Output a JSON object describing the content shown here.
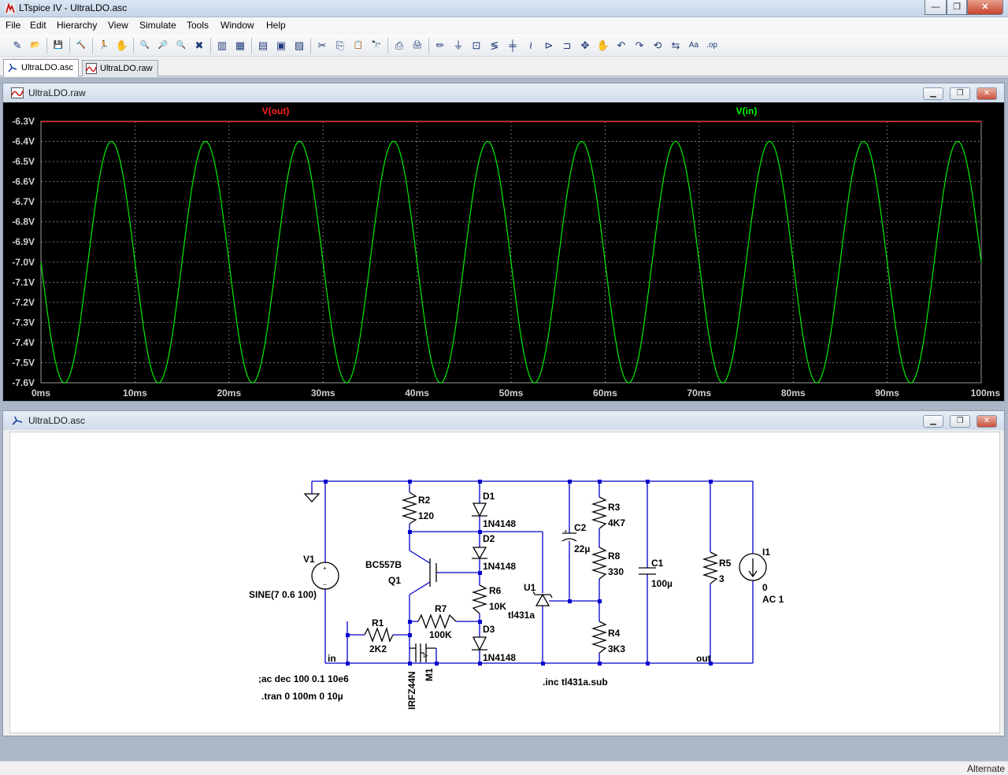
{
  "app": {
    "title": "LTspice IV - UltraLDO.asc",
    "window_buttons": {
      "minimize": "—",
      "maximize": "❐",
      "close": "✕"
    }
  },
  "menu": [
    {
      "label": "File",
      "underline": "F"
    },
    {
      "label": "Edit",
      "underline": "E"
    },
    {
      "label": "Hierarchy",
      "underline": "i"
    },
    {
      "label": "View",
      "underline": "V"
    },
    {
      "label": "Simulate",
      "underline": "S"
    },
    {
      "label": "Tools",
      "underline": "T"
    },
    {
      "label": "Window",
      "underline": "W"
    },
    {
      "label": "Help",
      "underline": "H"
    }
  ],
  "toolbar_icons": [
    "new-schematic-icon",
    "open-icon",
    "save-icon",
    "control-panel-icon",
    "run-icon",
    "halt-icon",
    "zoom-in-icon",
    "zoom-pan-icon",
    "zoom-out-icon",
    "zoom-cancel-icon",
    "autorange-icon",
    "zoom-fit-icon",
    "tile-horizontal-icon",
    "cascade-icon",
    "close-windows-icon",
    "cut-icon",
    "copy-icon",
    "paste-icon",
    "find-icon",
    "print-preview-icon",
    "print-icon",
    "draw-wire-icon",
    "ground-icon",
    "label-net-icon",
    "resistor-icon",
    "capacitor-icon",
    "inductor-icon",
    "diode-icon",
    "component-icon",
    "move-icon",
    "drag-icon",
    "undo-icon",
    "redo-icon",
    "rotate-icon",
    "mirror-icon",
    "text-icon",
    "spice-directive-icon"
  ],
  "toolbar_glyphs": [
    "✎",
    "📂",
    "💾",
    "🔨",
    "🏃",
    "✋",
    "🔍",
    "🔎",
    "🔍",
    "✖",
    "▥",
    "▦",
    "▤",
    "▣",
    "▨",
    "✂",
    "⎘",
    "📋",
    "🔭",
    "⎙",
    "🖨",
    "✏",
    "⏚",
    "⊡",
    "≶",
    "╪",
    "≀",
    "⊳",
    "⊐",
    "✥",
    "✋",
    "↶",
    "↷",
    "⟲",
    "⇆",
    "Aa",
    ".op"
  ],
  "tabs": [
    {
      "label": "UltraLDO.asc",
      "active": true
    },
    {
      "label": "UltraLDO.raw",
      "active": false
    }
  ],
  "waveform_window": {
    "title": "UltraLDO.raw",
    "traces": [
      {
        "label": "V(out)",
        "color": "#ff2020"
      },
      {
        "label": "V(in)",
        "color": "#00ff00"
      }
    ],
    "bg_color": "#000000",
    "grid_color": "#8a8a8a"
  },
  "schematic_window": {
    "title": "UltraLDO.asc",
    "wire_color": "#0000cc",
    "labels": {
      "v1": "V1",
      "v1_value": "SINE(7 0.6 100)",
      "r2": "R2",
      "r2_value": "120",
      "d1": "D1",
      "d1_value": "1N4148",
      "d2": "D2",
      "d2_value": "1N4148",
      "d3": "D3",
      "d3_value": "1N4148",
      "q1_model": "BC557B",
      "q1": "Q1",
      "r6": "R6",
      "r6_value": "10K",
      "r7": "R7",
      "r7_value": "100K",
      "r1": "R1",
      "r1_value": "2K2",
      "u1": "U1",
      "u1_value": "tl431a",
      "c2": "C2",
      "c2_value": "22µ",
      "r3": "R3",
      "r3_value": "4K7",
      "r8": "R8",
      "r8_value": "330",
      "r4": "R4",
      "r4_value": "3K3",
      "c1": "C1",
      "c1_value": "100µ",
      "r5": "R5",
      "r5_value": "3",
      "i1": "I1",
      "i1_value": "0",
      "i1_ac": "AC 1",
      "m1": "M1",
      "m1_model": "IRFZ44N",
      "net_in": "in",
      "net_out": "out",
      "dir_ac": ";ac dec 100 0.1 10e6",
      "dir_tran": ".tran 0 100m 0 10µ",
      "dir_inc": ".inc tl431a.sub"
    }
  },
  "chart_data": {
    "type": "line",
    "title": "",
    "xlabel": "",
    "ylabel": "",
    "x_unit": "ms",
    "y_unit": "V",
    "xlim": [
      0,
      100
    ],
    "ylim": [
      -7.6,
      -6.3
    ],
    "x_ticks": [
      "0ms",
      "10ms",
      "20ms",
      "30ms",
      "40ms",
      "50ms",
      "60ms",
      "70ms",
      "80ms",
      "90ms",
      "100ms"
    ],
    "y_ticks": [
      "-6.3V",
      "-6.4V",
      "-6.5V",
      "-6.6V",
      "-6.7V",
      "-6.8V",
      "-6.9V",
      "-7.0V",
      "-7.1V",
      "-7.2V",
      "-7.3V",
      "-7.4V",
      "-7.5V",
      "-7.6V"
    ],
    "grid": true,
    "series": [
      {
        "name": "V(out)",
        "color": "#ff2020",
        "x": [
          0,
          100
        ],
        "y": [
          -6.3,
          -6.3
        ]
      },
      {
        "name": "V(in)",
        "color": "#00ff00",
        "x": [
          0,
          2.5,
          5,
          7.5,
          10,
          12.5,
          15,
          17.5,
          20,
          22.5,
          25,
          27.5,
          30,
          32.5,
          35,
          37.5,
          40,
          42.5,
          45,
          47.5,
          50,
          52.5,
          55,
          57.5,
          60,
          62.5,
          65,
          67.5,
          70,
          72.5,
          75,
          77.5,
          80,
          82.5,
          85,
          87.5,
          90,
          92.5,
          95,
          97.5,
          100
        ],
        "y": [
          -7.0,
          -7.6,
          -7.0,
          -6.4,
          -7.0,
          -7.6,
          -7.0,
          -6.4,
          -7.0,
          -7.6,
          -7.0,
          -6.4,
          -7.0,
          -7.6,
          -7.0,
          -6.4,
          -7.0,
          -7.6,
          -7.0,
          -6.4,
          -7.0,
          -7.6,
          -7.0,
          -6.4,
          -7.0,
          -7.6,
          -7.0,
          -6.4,
          -7.0,
          -7.6,
          -7.0,
          -6.4,
          -7.0,
          -7.6,
          -7.0,
          -6.4,
          -7.0,
          -7.6,
          -7.0,
          -6.4,
          -7.0
        ]
      }
    ]
  },
  "statusbar": {
    "right": "Alternate"
  }
}
